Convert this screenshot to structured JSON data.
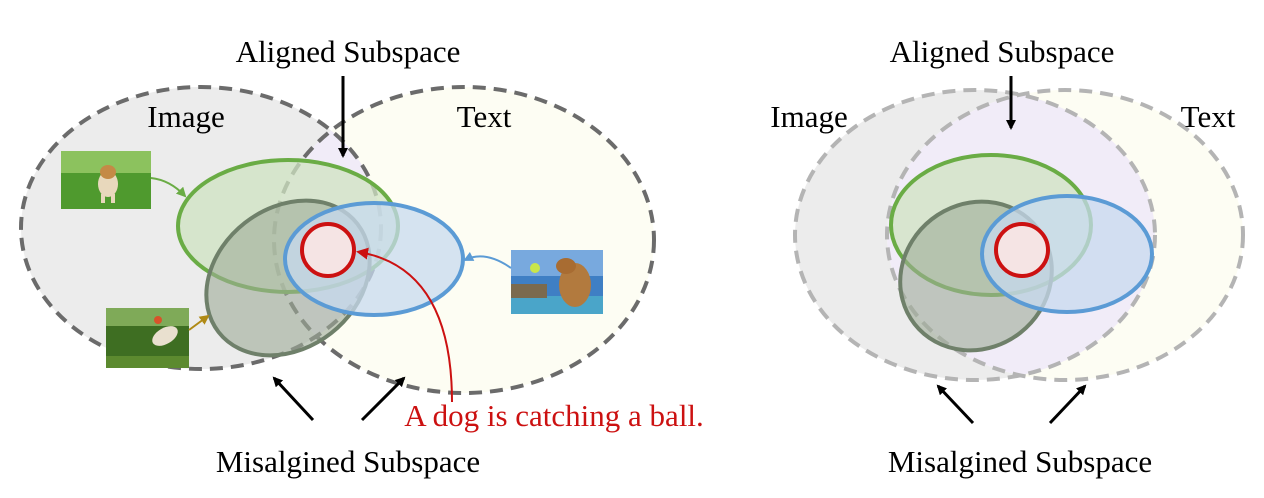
{
  "left_panel": {
    "aligned_label": "Aligned Subspace",
    "image_label": "Image",
    "text_label": "Text",
    "misaligned_label": "Misalgined Subspace",
    "caption": "A dog is catching a ball."
  },
  "right_panel": {
    "aligned_label": "Aligned Subspace",
    "image_label": "Image",
    "text_label": "Text",
    "misaligned_label": "Misalgined Subspace"
  },
  "colors": {
    "image_region": "#ececec",
    "text_region": "#fdfdf3",
    "aligned_region": "#f1ecf8",
    "green": "#6aac45",
    "dark_green": "#6f806a",
    "blue": "#5b9bd5",
    "red": "#cc1111",
    "gold_arrow": "#b08a15",
    "dashed_gray_left": "#6b6b6b",
    "dashed_gray_right": "#b4b4b4"
  },
  "icons": [
    "dog-running-photo",
    "dog-jumping-photo",
    "dog-catching-ball-photo"
  ]
}
